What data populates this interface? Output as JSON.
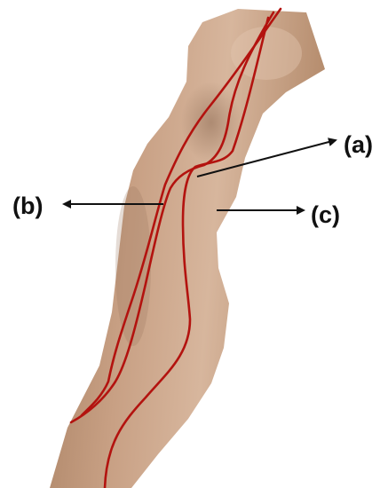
{
  "labels": {
    "a": "(a)",
    "b": "(b)",
    "c": "(c)"
  },
  "colors": {
    "background": "#ffffff",
    "skin_light": "#d9b9a1",
    "skin_mid": "#c49a7c",
    "skin_shadow": "#a47c60",
    "vessel": "#b3130f",
    "arrow": "#111111"
  }
}
